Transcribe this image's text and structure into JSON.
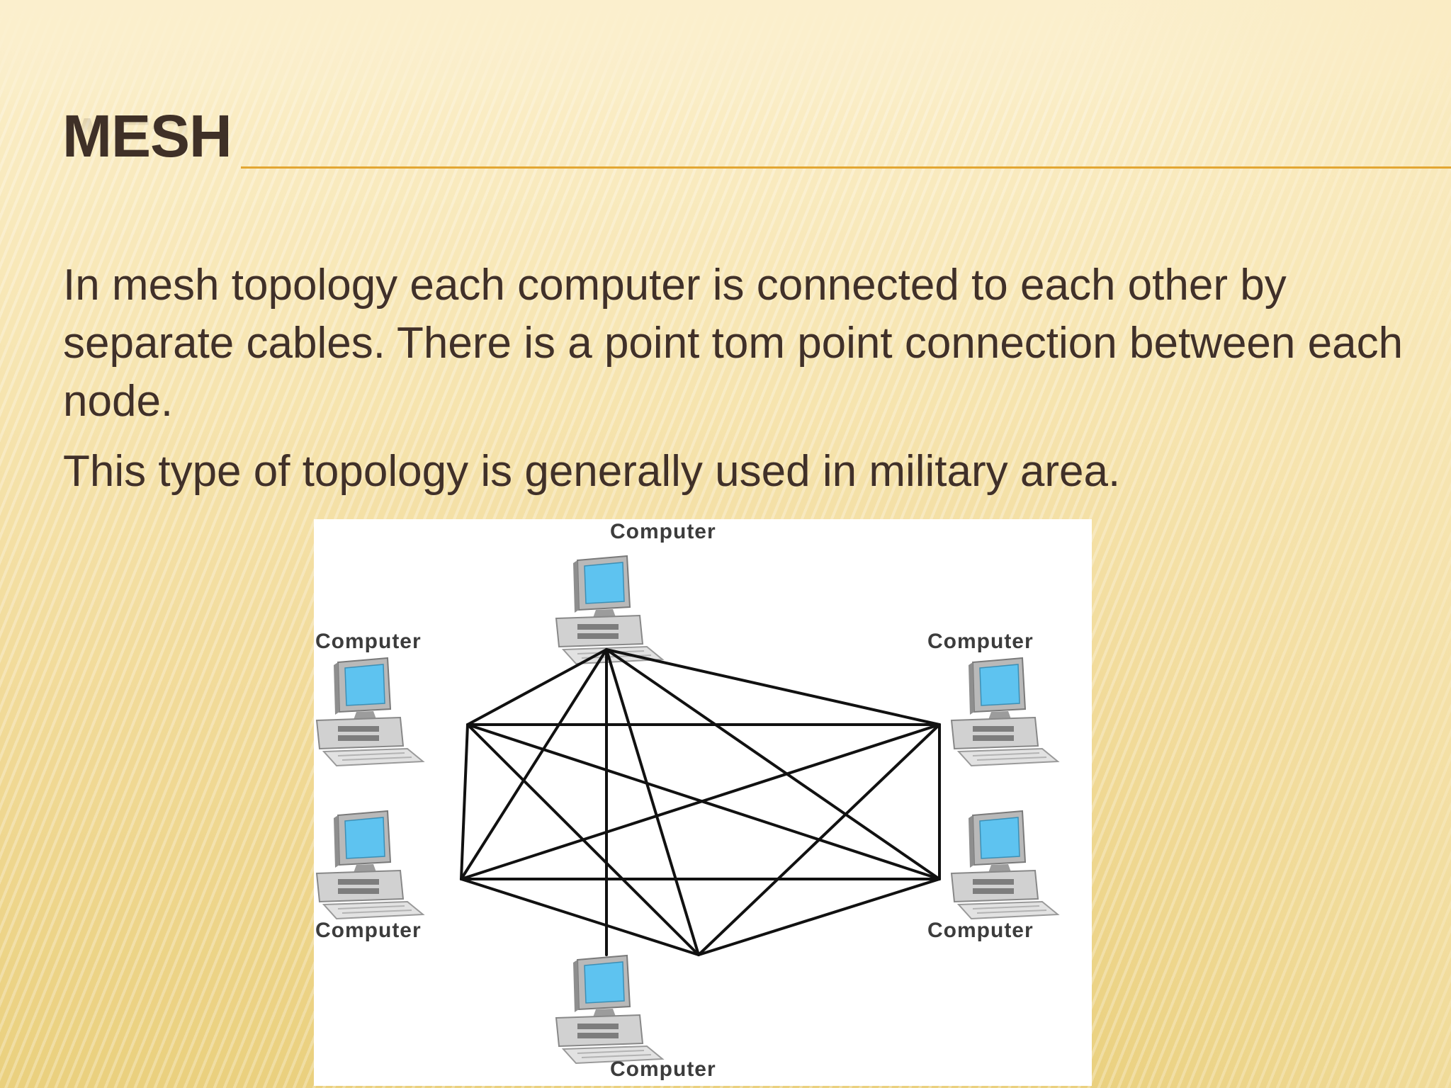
{
  "slide": {
    "title": "MESH",
    "paragraphs": [
      "In mesh topology each computer is connected to each other by separate cables. There is a point tom point connection between each node.",
      "This type of topology is generally used in military area."
    ]
  },
  "diagram": {
    "node_labels": {
      "top": "Computer",
      "upper_left": "Computer",
      "upper_right": "Computer",
      "lower_left": "Computer",
      "lower_right": "Computer",
      "bottom": "Computer"
    },
    "node_icon": "desktop-computer-icon"
  },
  "colors": {
    "title": "#3f3027",
    "body_text": "#403029",
    "title_rule": "#e2a632",
    "screen": "#5ec3f0",
    "cable": "#111111"
  }
}
